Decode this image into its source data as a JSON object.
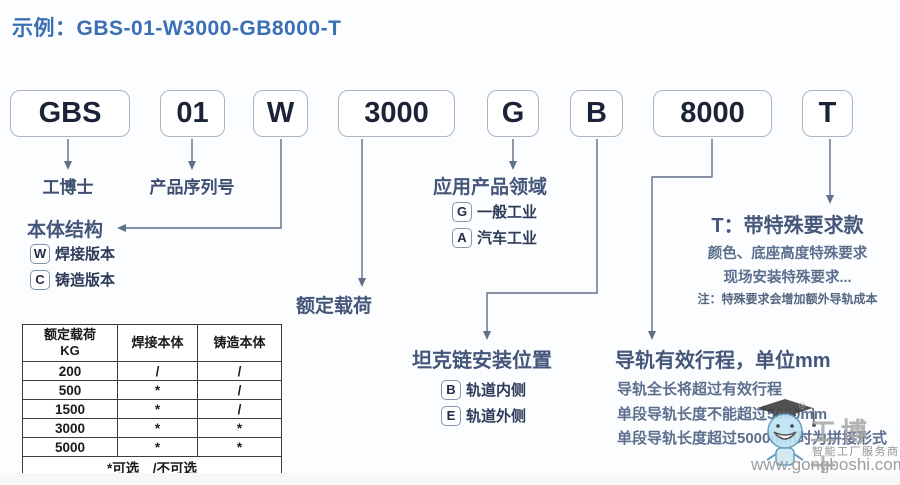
{
  "title": "示例：GBS-01-W3000-GB8000-T",
  "code_boxes": [
    "GBS",
    "01",
    "W",
    "3000",
    "G",
    "B",
    "8000",
    "T"
  ],
  "annotations": {
    "manufacturer": "工博士",
    "serial": "产品序列号",
    "body_structure": {
      "title": "本体结构",
      "items": [
        {
          "code": "W",
          "label": "焊接版本"
        },
        {
          "code": "C",
          "label": "铸造版本"
        }
      ]
    },
    "rated_load": "额定载荷",
    "application_field": {
      "title": "应用产品领域",
      "items": [
        {
          "code": "G",
          "label": "一般工业"
        },
        {
          "code": "A",
          "label": "汽车工业"
        }
      ]
    },
    "tank_chain_position": {
      "title": "坦克链安装位置",
      "items": [
        {
          "code": "B",
          "label": "轨道内侧"
        },
        {
          "code": "E",
          "label": "轨道外侧"
        }
      ]
    },
    "rail_travel": {
      "title": "导轨有效行程，单位mm",
      "notes": [
        "导轨全长将超过有效行程",
        "单段导轨长度不能超过5000mm",
        "单段导轨长度超过5000mm时为拼接形式"
      ]
    },
    "special_request": {
      "title": "T：带特殊要求款",
      "notes": [
        "颜色、底座高度特殊要求",
        "现场安装特殊要求..."
      ],
      "footnote": "注：特殊要求会增加额外导轨成本"
    }
  },
  "load_table": {
    "col1_header": [
      "额定载荷",
      "KG"
    ],
    "col_headers": [
      "焊接本体",
      "铸造本体"
    ],
    "rows": [
      [
        "200",
        "/",
        "/"
      ],
      [
        "500",
        "*",
        "/"
      ],
      [
        "1500",
        "*",
        "/"
      ],
      [
        "3000",
        "*",
        "*"
      ],
      [
        "5000",
        "*",
        "*"
      ]
    ],
    "legend": "*可选　/不可选"
  },
  "watermark": {
    "brand": "工博士",
    "reg": "®",
    "tagline": "智能工厂服务商",
    "url": "www.gongboshi.com"
  },
  "colors": {
    "title_blue": "#3a6fb5",
    "box_border": "#a9b6c6",
    "box_text": "#1b2338",
    "connector_line": "#5f708a",
    "section_title": "#44567a",
    "item_text": "#2d3b59",
    "note_text": "#5d6f8e",
    "table_border": "#3c3c3c"
  }
}
